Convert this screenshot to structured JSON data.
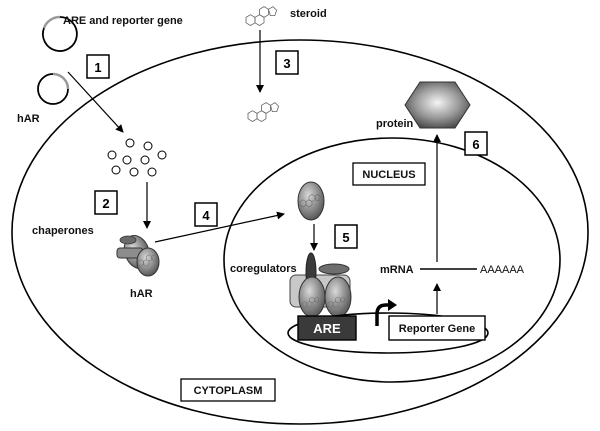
{
  "labels": {
    "are_reporter": "ARE and reporter gene",
    "har_plasmid": "hAR",
    "steroid": "steroid",
    "protein": "protein",
    "nucleus": "NUCLEUS",
    "chaperones": "chaperones",
    "har_complex": "hAR",
    "coregulators": "coregulators",
    "mrna": "mRNA",
    "polya": "AAAAAA",
    "are_box": "ARE",
    "reporter_gene": "Reporter Gene",
    "cytoplasm": "CYTOPLASM"
  },
  "steps": [
    "1",
    "2",
    "3",
    "4",
    "5",
    "6"
  ],
  "icons": {
    "plasmid": "circular-plasmid",
    "steroid": "steroid-ring-structure",
    "protein": "hexagon-protein",
    "receptor": "androgen-receptor-blob",
    "promoter_arrow": "curved-arrow"
  },
  "colors": {
    "line": "#000000",
    "receptor_fill": "#8c8c8c",
    "are_fill": "#3a3a3a",
    "cell_fill": "#ffffff"
  }
}
